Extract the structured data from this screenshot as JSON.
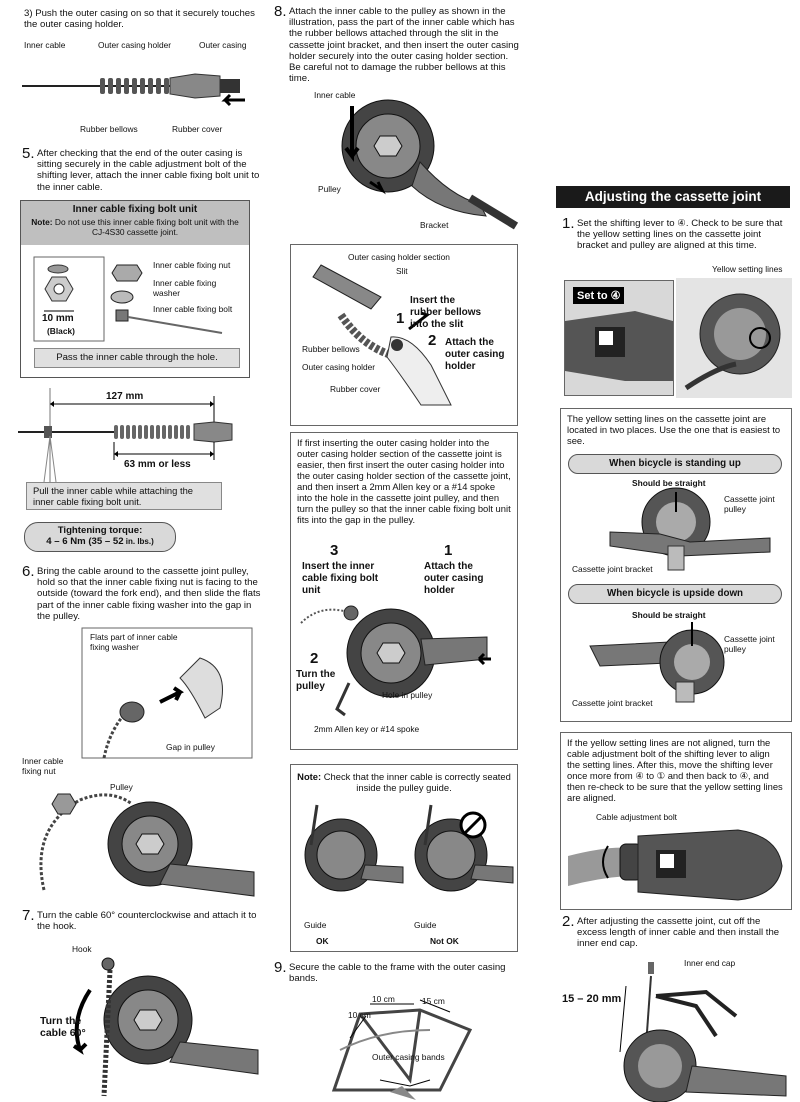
{
  "col1": {
    "step3": "3) Push the outer casing on so that it securely touches the outer casing holder.",
    "s3_labels": {
      "inner_cable": "Inner cable",
      "outer_casing_holder": "Outer casing holder",
      "outer_casing": "Outer casing",
      "rubber_bellows": "Rubber bellows",
      "rubber_cover": "Rubber cover"
    },
    "step5_num": "5.",
    "step5": "After checking that the end of the outer casing is sitting securely in the cable adjustment bolt of the shifting lever, attach the inner cable fixing bolt unit to the inner cable.",
    "bolt_unit_title": "Inner cable fixing bolt unit",
    "bolt_unit_note_label": "Note:",
    "bolt_unit_note": " Do not use this inner cable fixing bolt unit with the CJ-4S30 cassette joint.",
    "bolt_labels": {
      "nut": "Inner cable fixing nut",
      "washer": "Inner cable fixing washer",
      "bolt": "Inner cable fixing bolt",
      "size": "10 mm",
      "color": "(Black)"
    },
    "pass_hole": "Pass the inner cable through the hole.",
    "dim_127": "127 mm",
    "dim_63": "63 mm or less",
    "pull_cable": "Pull the inner cable while attaching the inner cable fixing bolt unit.",
    "torque_title": "Tightening torque:",
    "torque_value": "4 – 6 Nm (35 – 52",
    "torque_unit": " in. lbs.)",
    "step6_num": "6.",
    "step6": "Bring the cable around to the cassette joint pulley, hold so that the inner cable fixing nut is facing to the outside (toward the fork end), and then slide the flats part of the inner cable fixing washer into the gap in the pulley.",
    "s6_labels": {
      "flats": "Flats part of inner cable",
      "flats2": "fixing washer",
      "gap": "Gap in pulley",
      "nut1": "Inner cable",
      "nut2": "fixing nut",
      "pulley": "Pulley"
    },
    "step7_num": "7.",
    "step7": "Turn the cable 60° counterclockwise and attach it to the hook.",
    "s7_labels": {
      "hook": "Hook",
      "turn1": "Turn the",
      "turn2": "cable 60°"
    }
  },
  "col2": {
    "step8_num": "8.",
    "step8": "Attach the inner cable to the pulley as shown in the illustration, pass the part of the inner cable which has the rubber bellows attached through the slit in the cassette joint bracket, and then insert the outer casing holder securely into the outer casing holder section. Be careful not to damage the rubber bellows at this time.",
    "s8_labels": {
      "inner_cable": "Inner cable",
      "pulley": "Pulley",
      "bracket": "Bracket"
    },
    "s8b_labels": {
      "section": "Outer casing holder section",
      "slit": "Slit",
      "insert": "Insert the",
      "insert2": "rubber bellows",
      "insert3": "into the slit",
      "n1": "1",
      "n2": "2",
      "attach": "Attach the",
      "attach2": "outer casing",
      "attach3": "holder",
      "bellows": "Rubber bellows",
      "holder": "Outer casing holder",
      "cover": "Rubber cover"
    },
    "alt_text": "If first inserting the outer casing holder into the outer casing holder section of the cassette joint is easier, then first insert the outer casing holder into the outer casing holder section of the cassette joint, and then insert a 2mm Allen key or a #14 spoke into the hole in the cassette joint pulley, and then turn the pulley so that the inner cable fixing bolt unit fits into the gap in the pulley.",
    "alt_labels": {
      "n3": "3",
      "n1": "1",
      "n2": "2",
      "insert": "Insert the inner",
      "insert2": "cable fixing bolt",
      "insert3": "unit",
      "attach": "Attach the",
      "attach2": "outer casing",
      "attach3": "holder",
      "turn": "Turn the",
      "turn2": "pulley",
      "hole": "Hole in pulley",
      "key": "2mm Allen key or #14 spoke"
    },
    "note_label": "Note:",
    "note": " Check that the inner cable is correctly seated inside the pulley guide.",
    "guide": "Guide",
    "ok": "OK",
    "not_ok": "Not OK",
    "step9_num": "9.",
    "step9": "Secure the cable to the frame with the outer casing bands.",
    "s9_labels": {
      "d1": "10 cm",
      "d2": "15 cm",
      "d3": "10 cm",
      "bands": "Outer casing bands"
    }
  },
  "col3": {
    "heading": "Adjusting the cassette joint",
    "step1_num": "1.",
    "step1": "Set the shifting lever to ④. Check to be sure that the yellow setting lines on the cassette joint bracket and pulley are aligned at this time.",
    "set_to": "Set to ④",
    "yellow_lines": "Yellow setting lines",
    "two_places": "The yellow setting lines on the cassette joint are located in two places. Use the one that is easiest to see.",
    "standing": "When bicycle is standing up",
    "straight": "Should be straight",
    "cj_pulley": "Cassette joint",
    "cj_pulley2": "pulley",
    "cj_bracket": "Cassette joint bracket",
    "upside": "When bicycle is upside down",
    "not_aligned": "If the yellow setting lines are not aligned, turn the cable adjustment bolt of the shifting lever to align the setting lines. After this, move the shifting lever once more from ④ to ① and then back to ④, and then re-check to be sure that the yellow setting lines are aligned.",
    "adj_bolt": "Cable adjustment bolt",
    "step2_num": "2.",
    "step2": "After adjusting the cassette joint, cut off the excess length of inner cable and then install the inner end cap.",
    "end_cap": "Inner end cap",
    "dim": "15 – 20 mm"
  },
  "colors": {
    "panel_header": "#bfbfbf",
    "panel_note": "#e0e0e0",
    "heading_bg": "#1a1a1a",
    "pill": "#d9d9d9"
  }
}
